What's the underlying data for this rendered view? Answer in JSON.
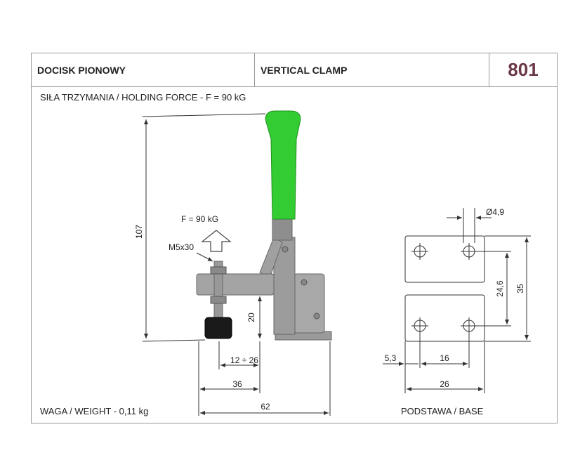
{
  "header": {
    "title_pl": "DOCISK PIONOWY",
    "title_en": "VERTICAL CLAMP",
    "model": "801"
  },
  "holding_force": "SIŁA TRZYMANIA / HOLDING FORCE - F = 90 kG",
  "weight": "WAGA / WEIGHT - 0,11 kg",
  "base_label": "PODSTAWA / BASE",
  "colors": {
    "handle": "#33cc33",
    "body": "#9a9a9a",
    "title_number": "#6a3846"
  },
  "drawing": {
    "force_label": "F = 90 kG",
    "screw_label": "M5x30",
    "dim_height": "107",
    "dim_spindle_height": "20",
    "dim_spindle_range": "12 ÷ 26",
    "dim_arm": "36",
    "dim_total": "62"
  },
  "base_drawing": {
    "hole_dia": "Ø4,9",
    "dim_hole_spacing_v": "24,6",
    "dim_height": "35",
    "dim_edge": "5,3",
    "dim_hole_spacing_h": "16",
    "dim_width": "26"
  }
}
